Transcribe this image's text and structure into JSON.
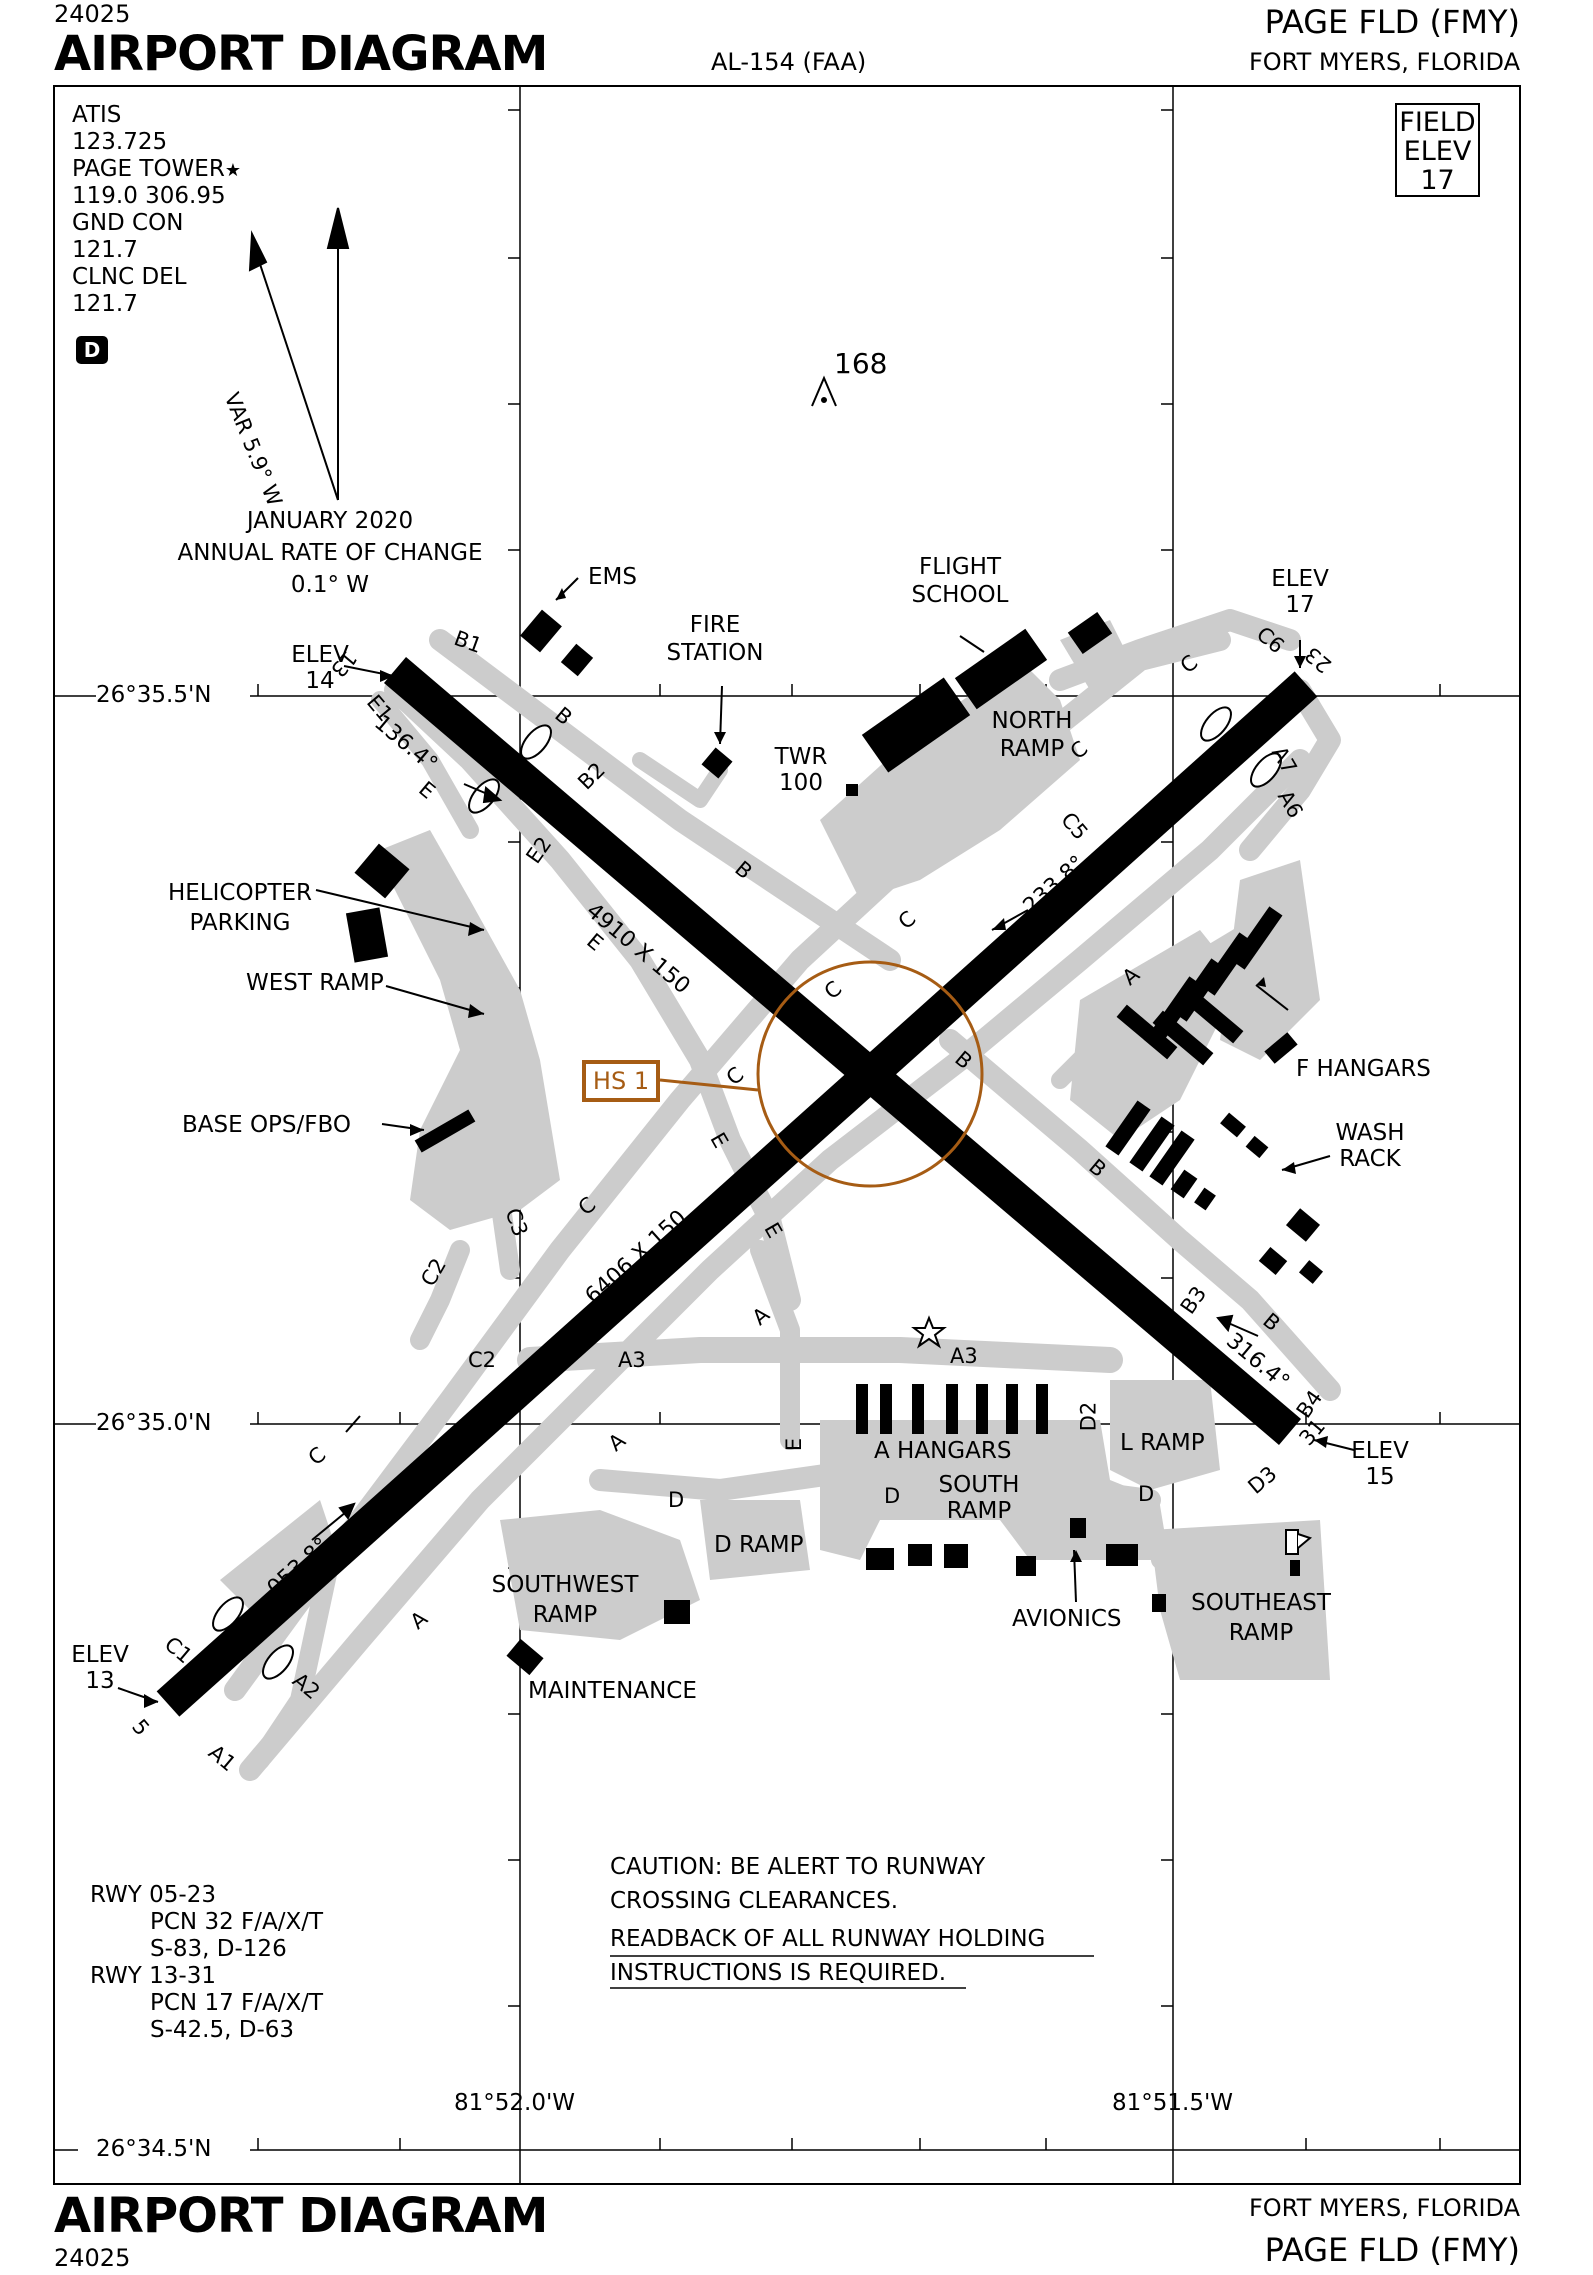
{
  "header": {
    "chart_id": "24025",
    "title": "AIRPORT DIAGRAM",
    "procedure": "AL-154 (FAA)",
    "airport": "PAGE FLD (FMY)",
    "city": "FORT MYERS, FLORIDA"
  },
  "footer": {
    "title": "AIRPORT DIAGRAM",
    "chart_id": "24025",
    "city": "FORT MYERS, FLORIDA",
    "airport": "PAGE FLD (FMY)"
  },
  "frequencies": {
    "atis_label": "ATIS",
    "atis": "123.725",
    "tower_label": "PAGE TOWER",
    "tower_symbol": "★",
    "tower": "119.0  306.95",
    "gnd_label": "GND CON",
    "gnd": "121.7",
    "clnc_label": "CLNC DEL",
    "clnc": "121.7",
    "d_badge": "D"
  },
  "magnetic": {
    "variation": "VAR 5.9° W",
    "date": "JANUARY 2020",
    "rate_label": "ANNUAL RATE OF CHANGE",
    "rate": "0.1° W"
  },
  "field_elev": {
    "line1": "FIELD",
    "line2": "ELEV",
    "value": "17"
  },
  "latitudes": [
    "26°35.5'N",
    "26°35.0'N",
    "26°34.5'N"
  ],
  "longitudes": [
    "81°52.0'W",
    "81°51.5'W"
  ],
  "obstacle": "168",
  "runways": {
    "r13_31_dims": "4910 X 150",
    "r05_23_dims": "6406 X 150",
    "heading_136": "136.4°",
    "heading_316": "316.4°",
    "heading_233": "233.8°",
    "heading_053": "053.8°",
    "end_13": "13",
    "end_31": "31",
    "end_5": "5",
    "end_23": "23"
  },
  "elevations": {
    "elev_label": "ELEV",
    "rwy13": "14",
    "rwy23": "17",
    "rwy31": "15",
    "rwy5": "13"
  },
  "taxiways": {
    "B1": "B1",
    "B2": "B2",
    "B3": "B3",
    "B4": "B4",
    "B": "B",
    "C": "C",
    "C1": "C1",
    "C2": "C2",
    "C3": "C3",
    "C5": "C5",
    "C6": "C6",
    "A": "A",
    "A1": "A1",
    "A2": "A2",
    "A3": "A3",
    "A6": "A6",
    "A7": "A7",
    "D": "D",
    "D2": "D2",
    "D3": "D3",
    "E": "E",
    "E1": "E1",
    "E2": "E2"
  },
  "facilities": {
    "ems": "EMS",
    "fire_1": "FIRE",
    "fire_2": "STATION",
    "twr_1": "TWR",
    "twr_2": "100",
    "flight_1": "FLIGHT",
    "flight_2": "SCHOOL",
    "north_1": "NORTH",
    "north_2": "RAMP",
    "heli_1": "HELICOPTER",
    "heli_2": "PARKING",
    "west_ramp": "WEST RAMP",
    "base_ops": "BASE OPS/FBO",
    "f_hangars": "F HANGARS",
    "wash_1": "WASH",
    "wash_2": "RACK",
    "a_hangars": "A HANGARS",
    "south_1": "SOUTH",
    "south_2": "RAMP",
    "l_ramp": "L RAMP",
    "d_ramp": "D RAMP",
    "sw_1": "SOUTHWEST",
    "sw_2": "RAMP",
    "maintenance": "MAINTENANCE",
    "avionics": "AVIONICS",
    "se_1": "SOUTHEAST",
    "se_2": "RAMP"
  },
  "hot_spot": "HS 1",
  "notes": {
    "caution_1": "CAUTION: BE ALERT TO RUNWAY",
    "caution_2": "CROSSING CLEARANCES.",
    "readback_1": "READBACK OF ALL RUNWAY HOLDING",
    "readback_2": "INSTRUCTIONS IS REQUIRED."
  },
  "pcn": {
    "rwy1": "RWY 05-23",
    "rwy1_pcn": "PCN 32 F/A/X/T",
    "rwy1_wt": "S-83, D-126",
    "rwy2": "RWY 13-31",
    "rwy2_pcn": "PCN 17 F/A/X/T",
    "rwy2_wt": "S-42.5, D-63"
  },
  "colors": {
    "pavement": "#cccccc",
    "hot_spot": "#a65c14",
    "runway": "#000000"
  }
}
